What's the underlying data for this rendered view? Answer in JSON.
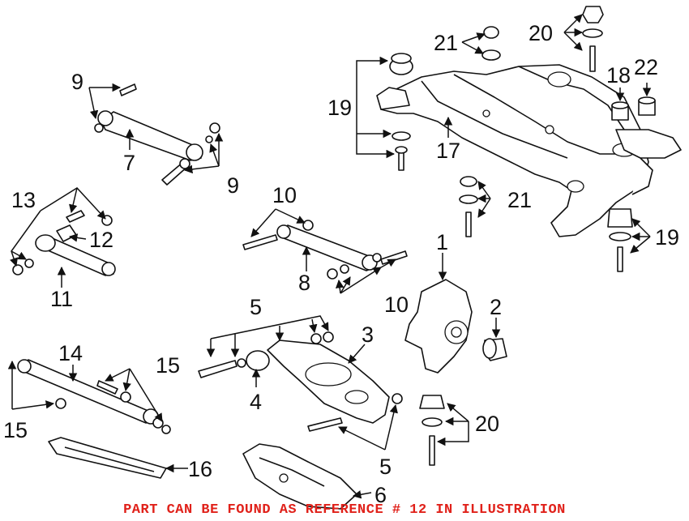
{
  "diagram": {
    "callouts": {
      "c1": "1",
      "c2": "2",
      "c3": "3",
      "c4": "4",
      "c5a": "5",
      "c5b": "5",
      "c6": "6",
      "c7": "7",
      "c8": "8",
      "c9a": "9",
      "c9b": "9",
      "c10a": "10",
      "c10b": "10",
      "c11": "11",
      "c12": "12",
      "c13": "13",
      "c14": "14",
      "c15a": "15",
      "c15b": "15",
      "c16": "16",
      "c17": "17",
      "c18": "18",
      "c19a": "19",
      "c19b": "19",
      "c20a": "20",
      "c20b": "20",
      "c21a": "21",
      "c21b": "21",
      "c22": "22"
    },
    "footer_note": "PART CAN BE FOUND AS REFERENCE # 12 IN ILLUSTRATION",
    "footer_color": "#e0211a"
  }
}
